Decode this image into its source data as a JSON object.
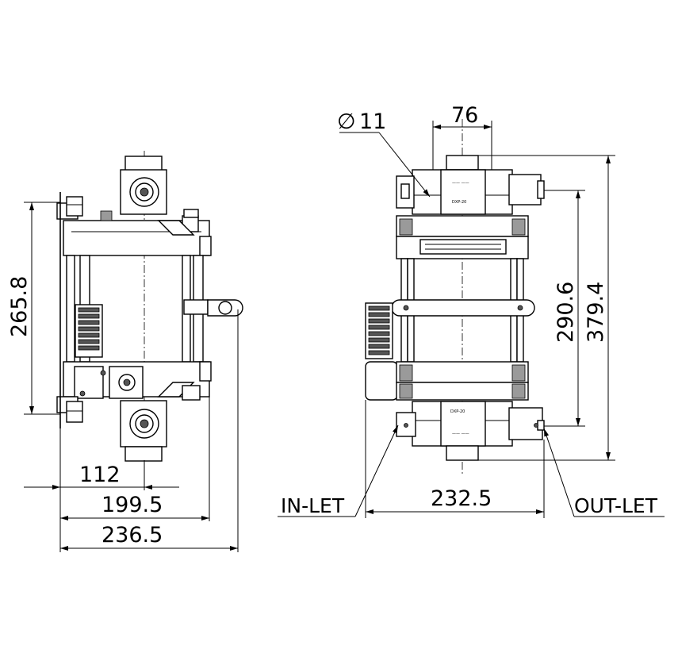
{
  "drawing": {
    "dimensions": {
      "side_height": "265.8",
      "width_112": "112",
      "width_199": "199.5",
      "width_236": "236.5",
      "diameter": "11",
      "top_width": "76",
      "inner_height": "290.6",
      "overall_height": "379.4",
      "base_width": "232.5"
    },
    "labels": {
      "inlet": "IN-LET",
      "outlet": "OUT-LET",
      "diameter_symbol": "∅"
    },
    "colors": {
      "line": "#000000",
      "background": "#ffffff"
    }
  }
}
